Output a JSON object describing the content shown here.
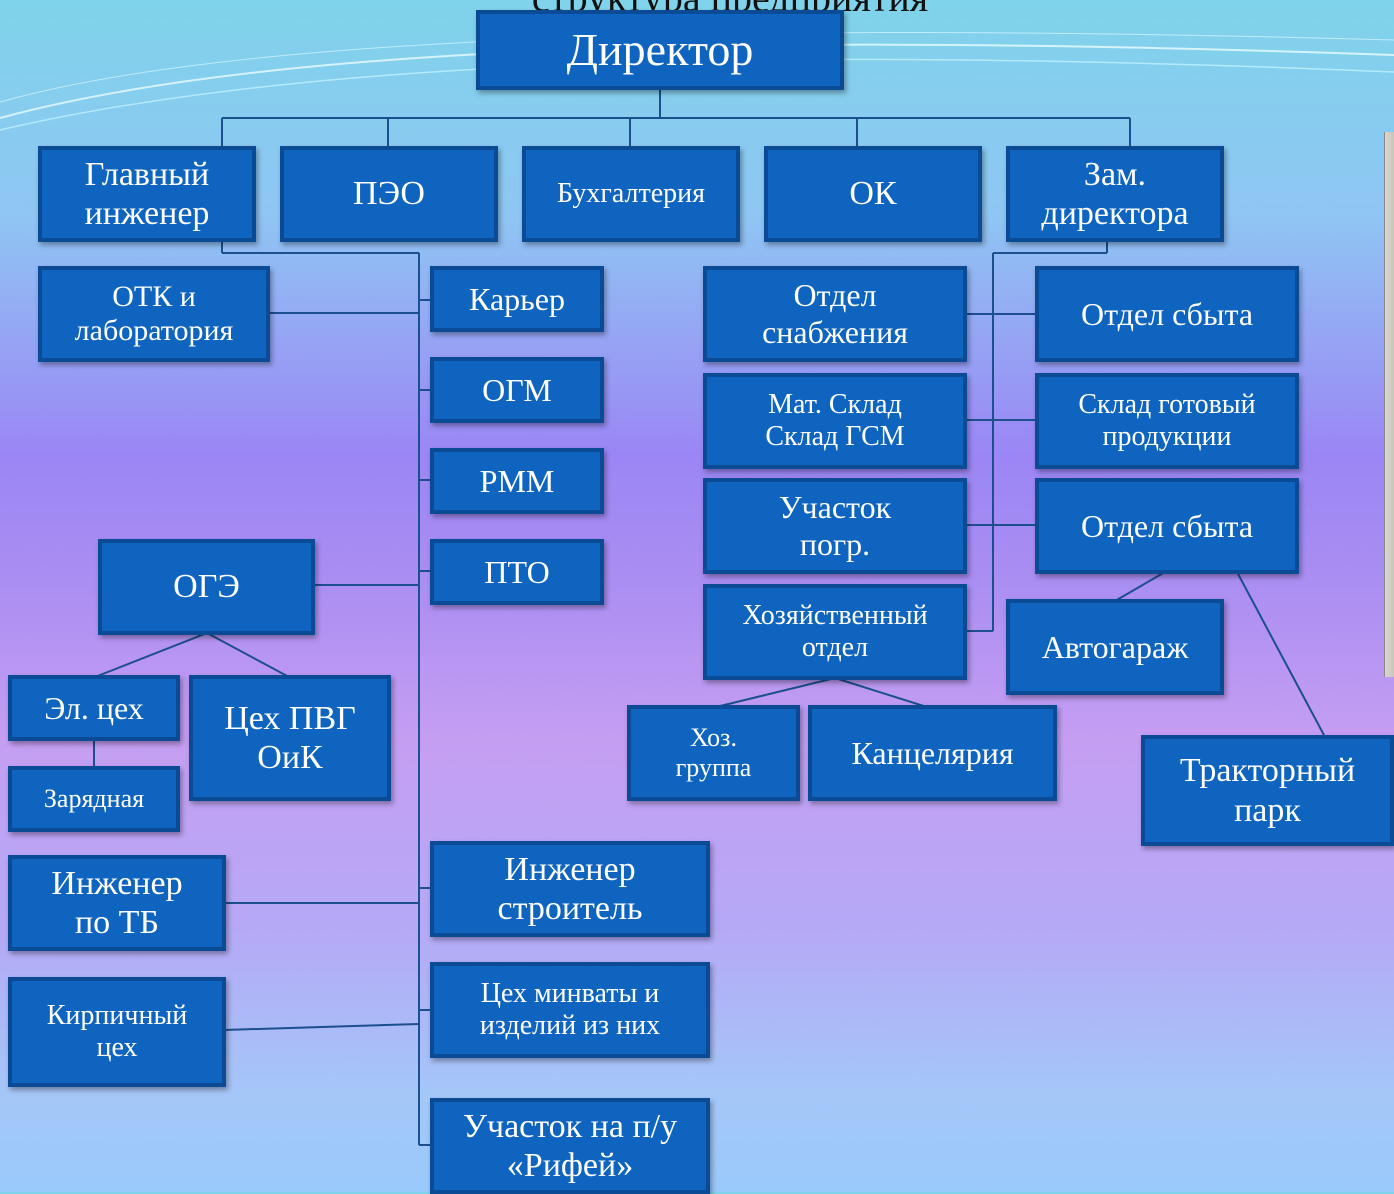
{
  "title_fragment": "структура предприятия",
  "boxes": {
    "director": "Директор",
    "chief_engineer": "Главный\nинженер",
    "peo": "ПЭО",
    "accounting": "Бухгалтерия",
    "ok": "ОК",
    "deputy_director": "Зам.\nдиректора",
    "otk_lab": "ОТК и\nлаборатория",
    "quarry": "Карьер",
    "ogm": "ОГМ",
    "rmm": "РММ",
    "pto": "ПТО",
    "oge": "ОГЭ",
    "el_shop": "Эл. цех",
    "charging": "Зарядная",
    "shop_pvg": "Цех ПВГ\nОиК",
    "safety_engineer": "Инженер\nпо ТБ",
    "construction_engineer": "Инженер\nстроитель",
    "brick_shop": "Кирпичный\nцех",
    "mineral_wool_shop": "Цех минваты и\nизделий из них",
    "rifey_site": "Участок на п/у\n«Рифей»",
    "supply_dept": "Отдел\nснабжения",
    "sales_dept_1": "Отдел сбыта",
    "material_warehouse": "Мат. Склад\nСклад ГСМ",
    "finished_goods_warehouse": "Склад готовый\nпродукции",
    "loading_site": "Участок\nпогр.",
    "sales_dept_2": "Отдел сбыта",
    "household_dept": "Хозяйственный\nотдел",
    "garage": "Автогараж",
    "household_group": "Хоз.\nгруппа",
    "chancellery": "Канцелярия",
    "tractor_park": "Тракторный\nпарк"
  }
}
